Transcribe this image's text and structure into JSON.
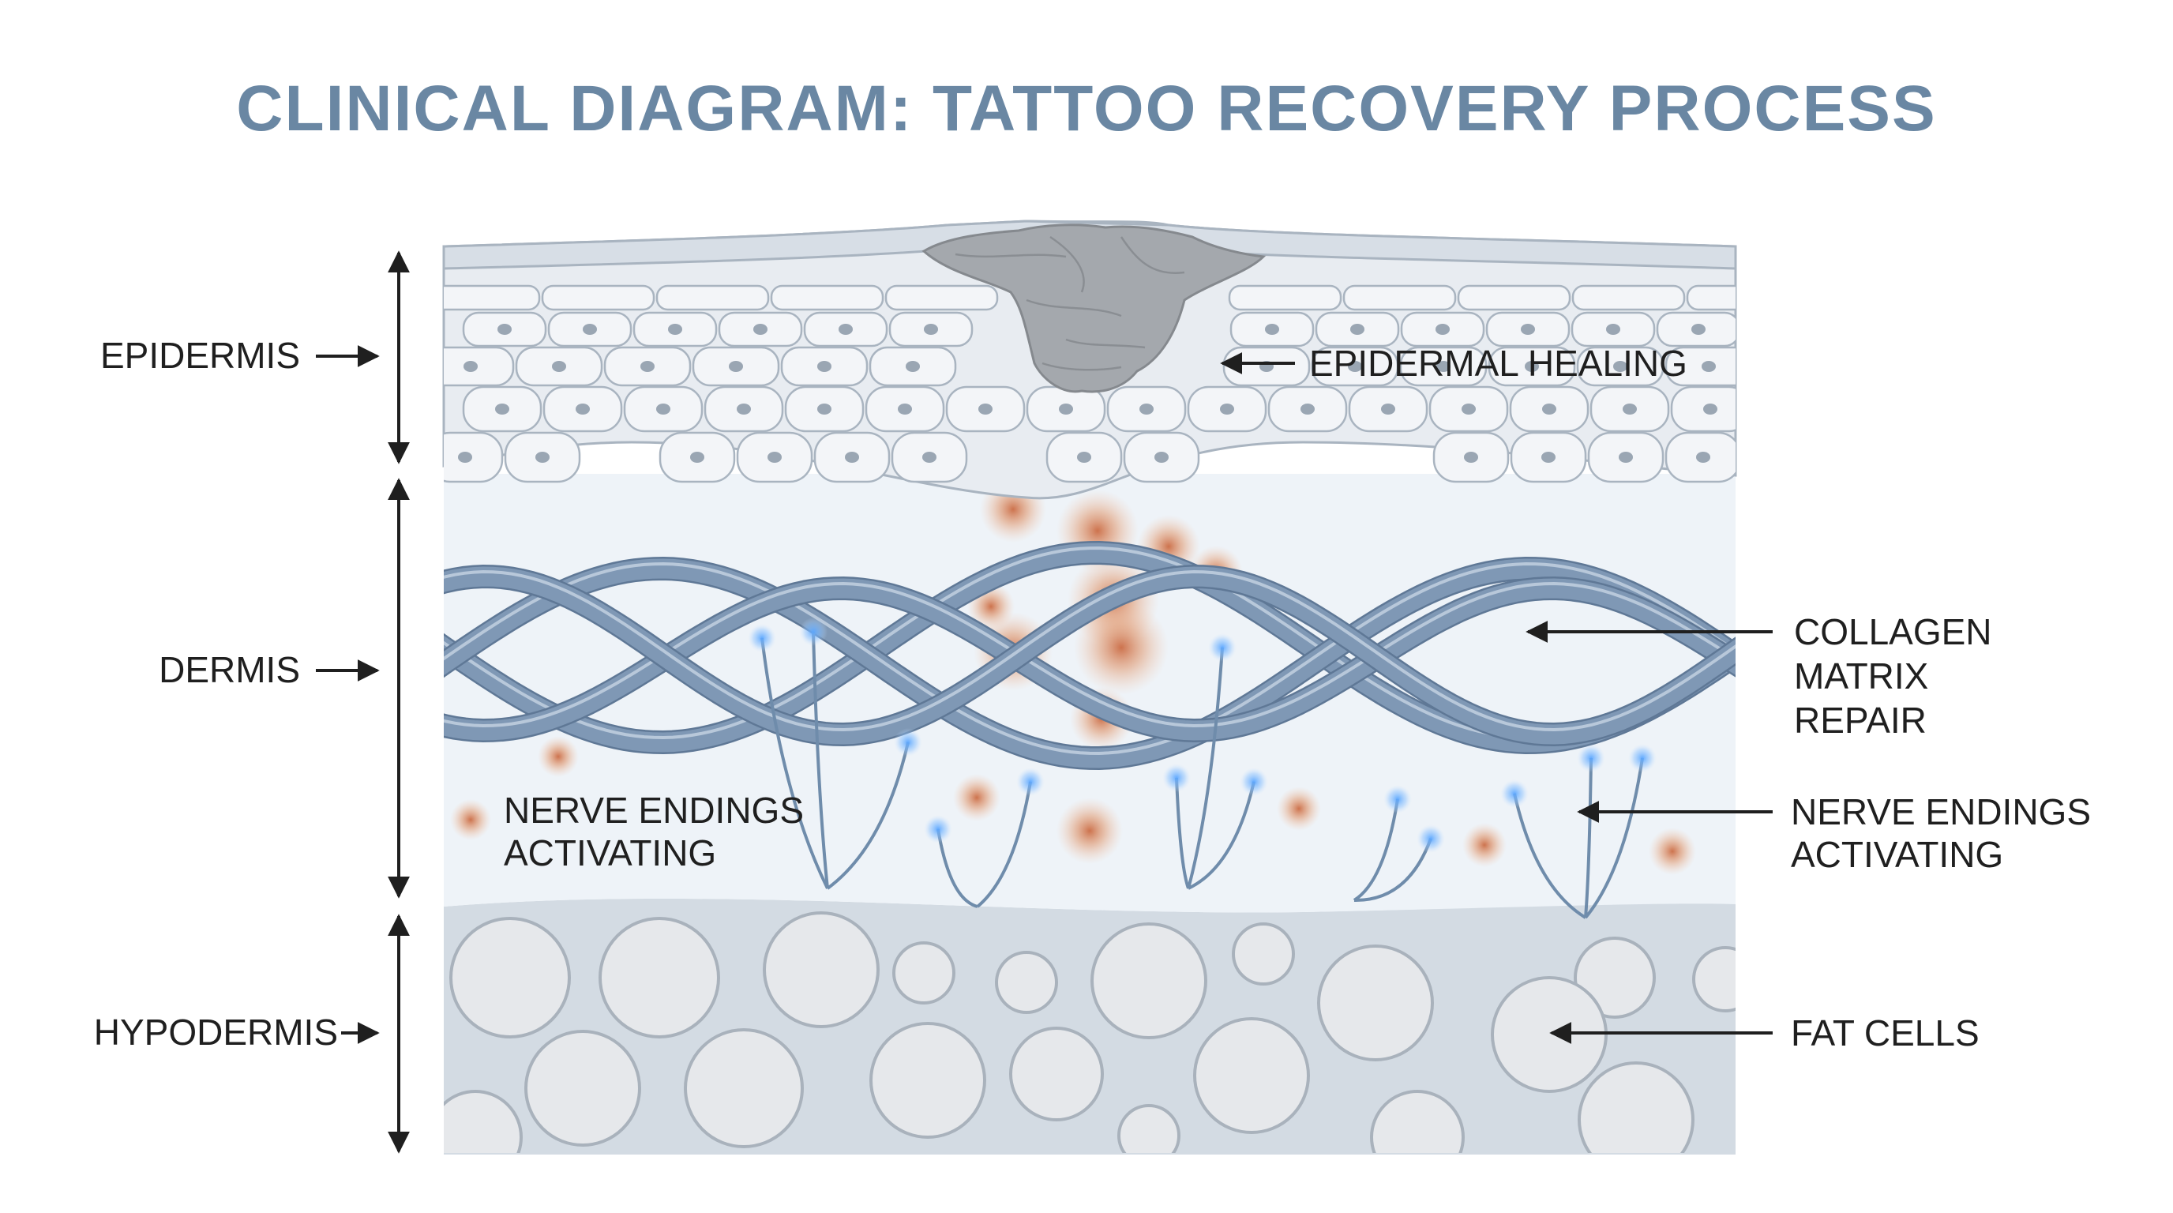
{
  "title": "CLINICAL DIAGRAM: TATTOO RECOVERY PROCESS",
  "colors": {
    "title": "#6a87a3",
    "epidermis_fill": "#e8ecf1",
    "epidermis_cell": "#f3f5f8",
    "cell_outline": "#a9b4c0",
    "nucleus": "#9aa6b3",
    "dermis_fill": "#eef3f8",
    "collagen_fiber": "#7f98b5",
    "collagen_highlight": "#b8c8da",
    "nerve": "#6f8cab",
    "nerve_glow": "#6fb0ff",
    "ink_particle": "#d9855a",
    "scab": "#a4a8ad",
    "hypodermis_fill": "#d3dbe3",
    "fat_cell": "#e6e8eb",
    "label_text": "#1f1f1f"
  },
  "layers": [
    {
      "id": "epidermis",
      "label": "EPIDERMIS"
    },
    {
      "id": "dermis",
      "label": "DERMIS"
    },
    {
      "id": "hypodermis",
      "label": "HYPODERMIS"
    }
  ],
  "annotations": {
    "epidermal_healing": [
      "EPIDERMAL HEALING"
    ],
    "collagen": [
      "COLLAGEN",
      "MATRIX",
      "REPAIR"
    ],
    "nerve_left": [
      "NERVE ENDINGS",
      "ACTIVATING"
    ],
    "nerve_right": [
      "NERVE ENDINGS",
      "ACTIVATING"
    ],
    "fat_cells": [
      "FAT CELLS"
    ]
  },
  "icons": {
    "scab": "scab-icon",
    "ink_particles": "ink-particle-icon",
    "nerve_ending": "nerve-ending-icon",
    "fat_cell": "fat-cell-icon"
  }
}
